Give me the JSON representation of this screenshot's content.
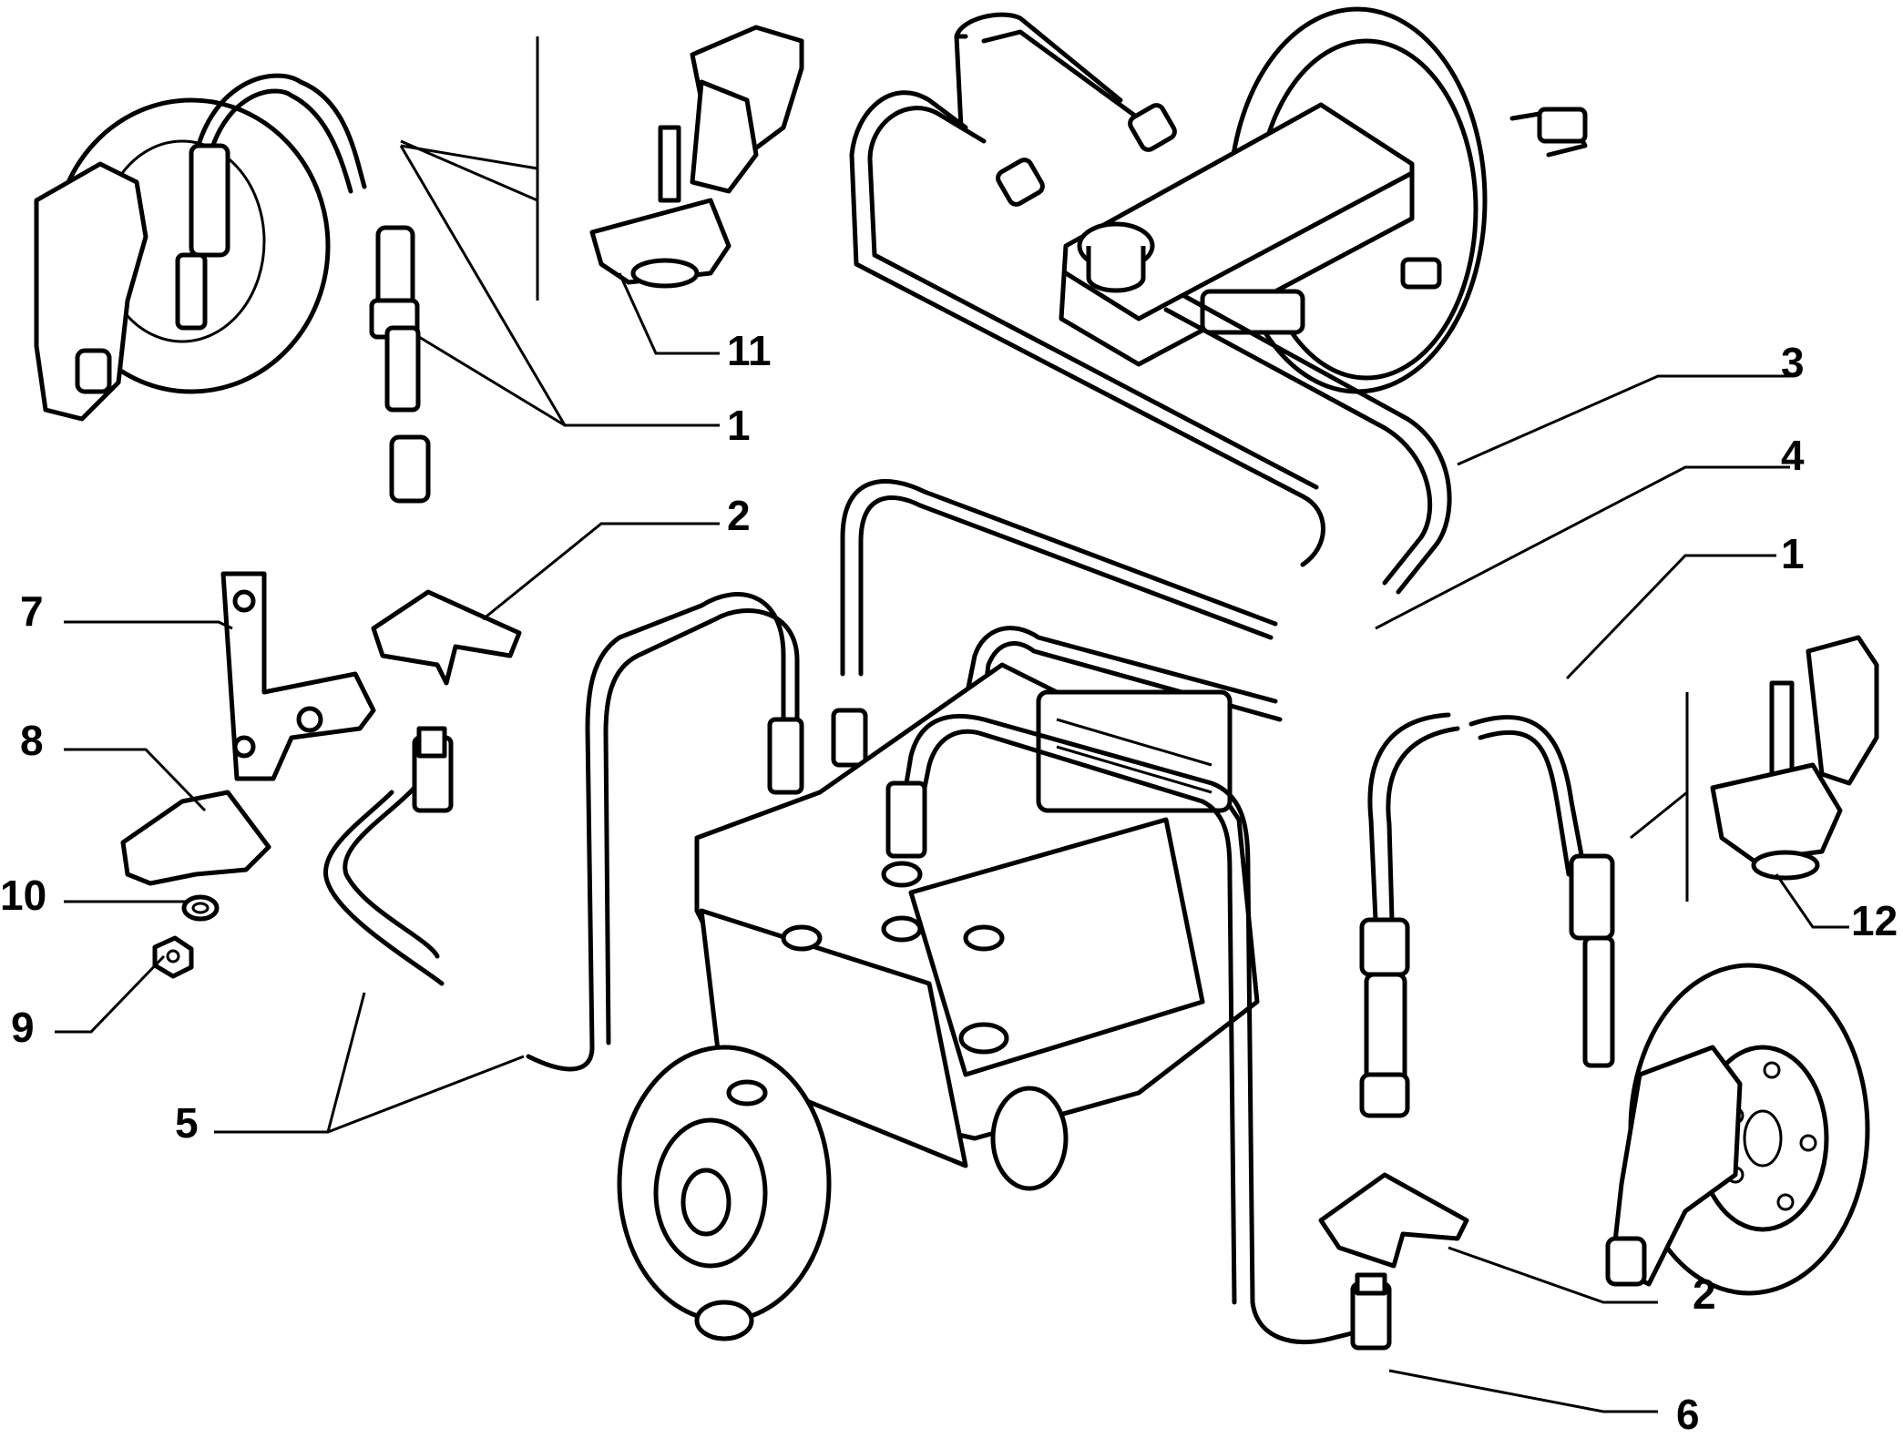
{
  "callouts": {
    "c1_top": "1",
    "c1_right": "1",
    "c2_top": "2",
    "c2_bottom": "2",
    "c3": "3",
    "c4": "4",
    "c5": "5",
    "c6": "6",
    "c7": "7",
    "c8": "8",
    "c9": "9",
    "c10": "10",
    "c11": "11",
    "c12": "12"
  },
  "colors": {
    "line": "#000000",
    "background": "#ffffff"
  }
}
